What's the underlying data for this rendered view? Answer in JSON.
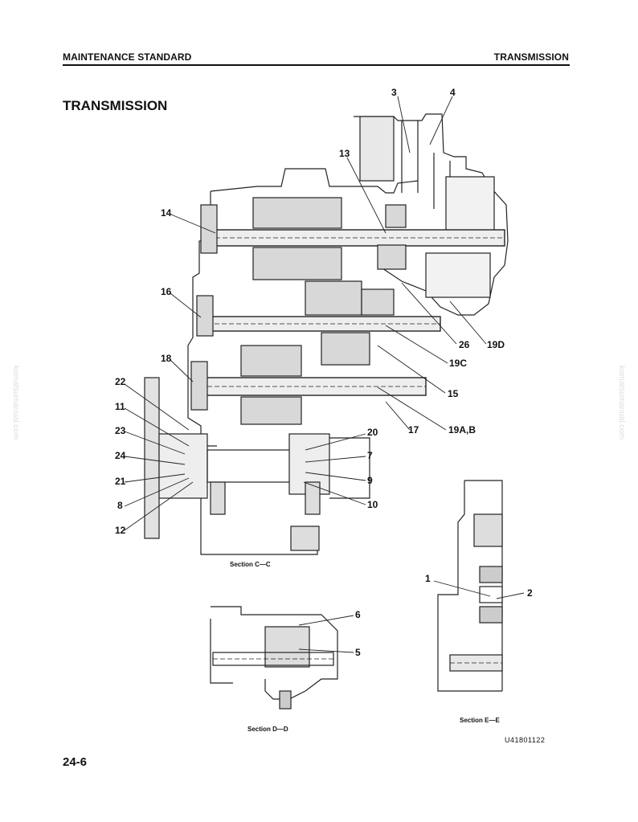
{
  "header": {
    "left": "MAINTENANCE STANDARD",
    "right": "TRANSMISSION"
  },
  "title": "TRANSMISSION",
  "page_number": "24-6",
  "figure_id": "U41801122",
  "sections": {
    "cc": "Section C—C",
    "dd": "Section D—D",
    "ee": "Section E—E"
  },
  "watermark": "komatsumanual.com",
  "callouts": [
    {
      "id": "c3",
      "label": "3"
    },
    {
      "id": "c4",
      "label": "4"
    },
    {
      "id": "c13",
      "label": "13"
    },
    {
      "id": "c14",
      "label": "14"
    },
    {
      "id": "c16",
      "label": "16"
    },
    {
      "id": "c18",
      "label": "18"
    },
    {
      "id": "c26",
      "label": "26"
    },
    {
      "id": "c19d",
      "label": "19D"
    },
    {
      "id": "c19c",
      "label": "19C"
    },
    {
      "id": "c15",
      "label": "15"
    },
    {
      "id": "c22",
      "label": "22"
    },
    {
      "id": "c11",
      "label": "11"
    },
    {
      "id": "c23",
      "label": "23"
    },
    {
      "id": "c24",
      "label": "24"
    },
    {
      "id": "c21",
      "label": "21"
    },
    {
      "id": "c8",
      "label": "8"
    },
    {
      "id": "c12",
      "label": "12"
    },
    {
      "id": "c17",
      "label": "17"
    },
    {
      "id": "c19ab",
      "label": "19A,B"
    },
    {
      "id": "c20",
      "label": "20"
    },
    {
      "id": "c7",
      "label": "7"
    },
    {
      "id": "c9",
      "label": "9"
    },
    {
      "id": "c10",
      "label": "10"
    },
    {
      "id": "c6",
      "label": "6"
    },
    {
      "id": "c5",
      "label": "5"
    },
    {
      "id": "c1",
      "label": "1"
    },
    {
      "id": "c2",
      "label": "2"
    }
  ]
}
